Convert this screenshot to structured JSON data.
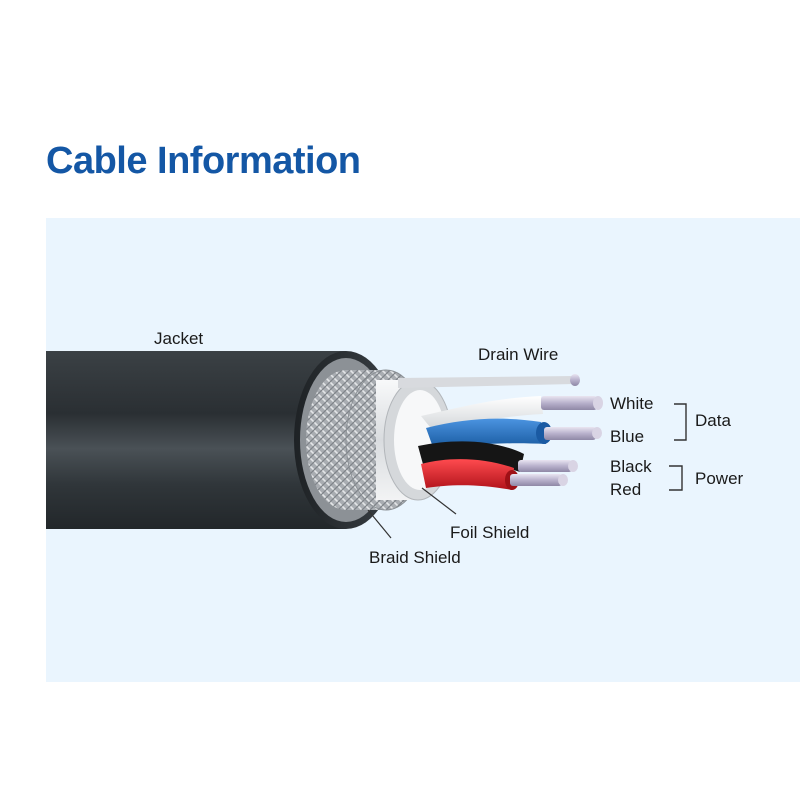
{
  "page": {
    "title": "Cable Information"
  },
  "labels": {
    "jacket": "Jacket",
    "drain_wire": "Drain Wire",
    "white": "White",
    "blue": "Blue",
    "black": "Black",
    "red": "Red",
    "data_group": "Data",
    "power_group": "Power",
    "foil_shield": "Foil Shield",
    "braid_shield": "Braid Shield"
  },
  "colors": {
    "title": "#1457a5",
    "panel_background": "#eaf5fe",
    "jacket": "#2f3437",
    "braid": "#b9bcc0",
    "foil": "#e6e8ea",
    "conductor_white": "#f2f2f2",
    "conductor_blue": "#1f6fc4",
    "conductor_black": "#141414",
    "conductor_red": "#e01f26",
    "copper_tip": "#c9c2d9"
  }
}
